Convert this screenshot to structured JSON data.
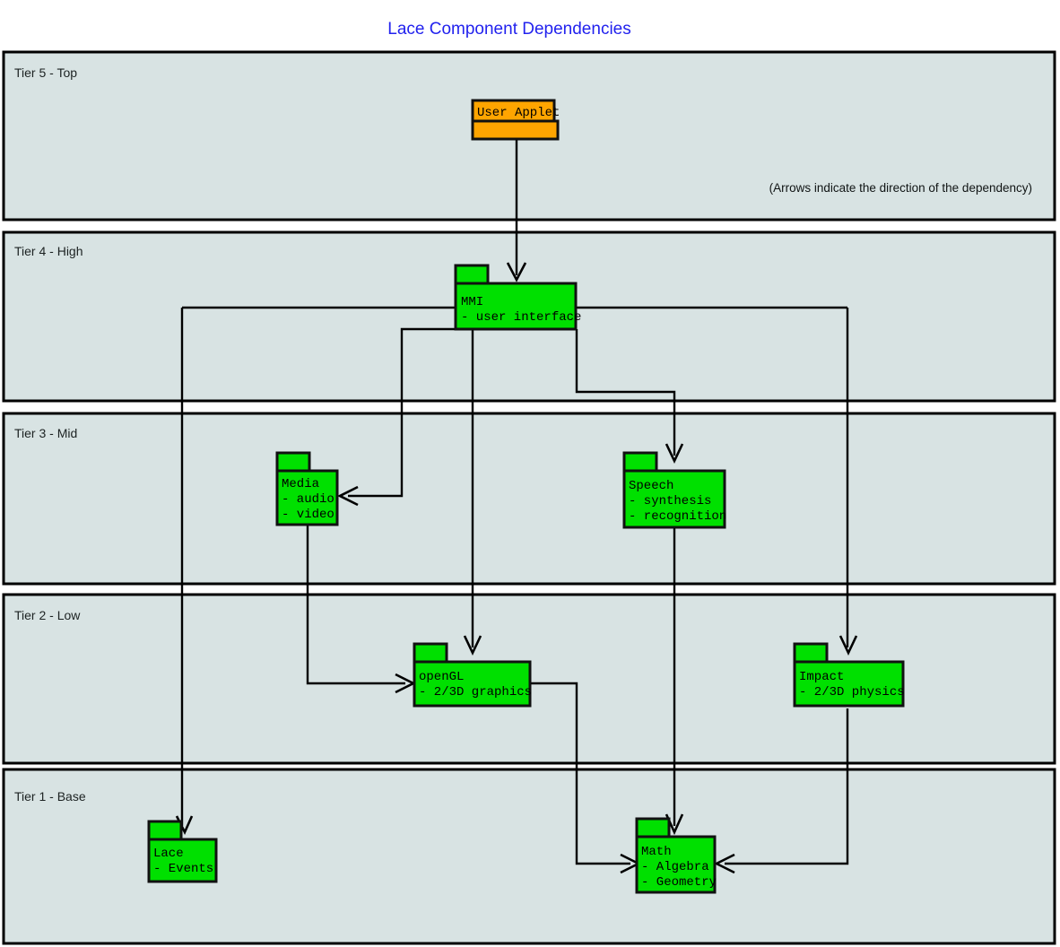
{
  "title": "Lace Component Dependencies",
  "note": "(Arrows indicate the direction of the dependency)",
  "colors": {
    "title": "#2222ee",
    "band_fill": "#d8e3e3",
    "band_stroke": "#000000",
    "package_green": "#00e000",
    "package_orange": "#ffa500",
    "connector": "#000000"
  },
  "tiers": [
    {
      "label": "Tier 5 - Top"
    },
    {
      "label": "Tier 4 - High"
    },
    {
      "label": "Tier 3 - Mid"
    },
    {
      "label": "Tier 2 - Low"
    },
    {
      "label": "Tier 1 - Base"
    }
  ],
  "packages": [
    {
      "id": "user-applet",
      "name": "User Applet",
      "lines": [
        "User Applet"
      ],
      "tier": "Tier 5 - Top",
      "color": "#ffa500"
    },
    {
      "id": "mmi",
      "name": "MMI",
      "lines": [
        "MMI",
        "- user interface"
      ],
      "tier": "Tier 4 - High",
      "color": "#00e000"
    },
    {
      "id": "media",
      "name": "Media",
      "lines": [
        "Media",
        "- audio",
        "- video"
      ],
      "tier": "Tier 3 - Mid",
      "color": "#00e000"
    },
    {
      "id": "speech",
      "name": "Speech",
      "lines": [
        "Speech",
        "- synthesis",
        "- recognition"
      ],
      "tier": "Tier 3 - Mid",
      "color": "#00e000"
    },
    {
      "id": "opengl",
      "name": "openGL",
      "lines": [
        "openGL",
        "- 2/3D graphics"
      ],
      "tier": "Tier 2 - Low",
      "color": "#00e000"
    },
    {
      "id": "impact",
      "name": "Impact",
      "lines": [
        "Impact",
        "- 2/3D physics"
      ],
      "tier": "Tier 2 - Low",
      "color": "#00e000"
    },
    {
      "id": "lace",
      "name": "Lace",
      "lines": [
        "Lace",
        "- Events"
      ],
      "tier": "Tier 1 - Base",
      "color": "#00e000"
    },
    {
      "id": "math",
      "name": "Math",
      "lines": [
        "Math",
        "- Algebra",
        "- Geometry"
      ],
      "tier": "Tier 1 - Base",
      "color": "#00e000"
    }
  ],
  "dependencies": [
    {
      "from": "User Applet",
      "to": "MMI"
    },
    {
      "from": "MMI",
      "to": "Lace"
    },
    {
      "from": "MMI",
      "to": "Media"
    },
    {
      "from": "MMI",
      "to": "openGL"
    },
    {
      "from": "MMI",
      "to": "Speech"
    },
    {
      "from": "MMI",
      "to": "Impact"
    },
    {
      "from": "Media",
      "to": "openGL"
    },
    {
      "from": "Speech",
      "to": "Math"
    },
    {
      "from": "openGL",
      "to": "Math"
    },
    {
      "from": "Impact",
      "to": "Math"
    }
  ]
}
